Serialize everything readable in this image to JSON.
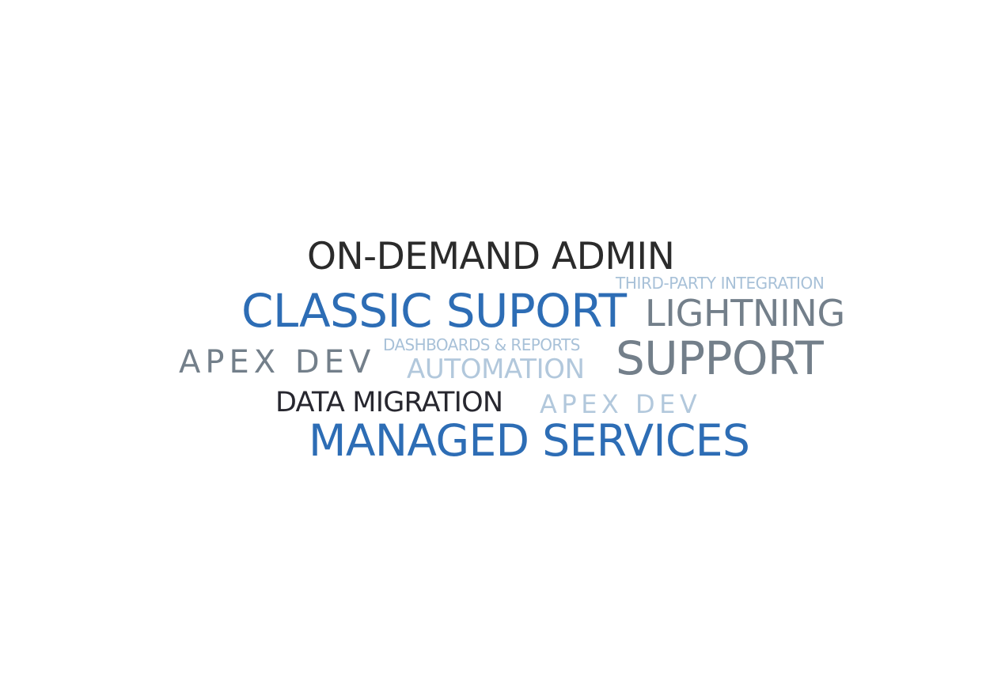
{
  "colors": {
    "dark": "#2b2b2b",
    "blue": "#2d6db5",
    "gray": "#737f8a",
    "light_blue": "#a8c1d8",
    "light_blue_2": "#b2c8dc",
    "near_black": "#27272f"
  },
  "words": [
    {
      "text": "ON-DEMAND ADMIN",
      "color": "#2b2b2b"
    },
    {
      "text": "THIRD-PARTY INTEGRATION",
      "color": "#a8c1d8"
    },
    {
      "text": "CLASSIC SUPORT",
      "color": "#2d6db5"
    },
    {
      "text": "LIGHTNING",
      "color": "#737f8a"
    },
    {
      "text": "DASHBOARDS & REPORTS",
      "color": "#a8c1d8"
    },
    {
      "text": "APEX DEV",
      "color": "#737f8a"
    },
    {
      "text": "AUTOMATION",
      "color": "#b2c8dc"
    },
    {
      "text": "SUPPORT",
      "color": "#737f8a"
    },
    {
      "text": "DATA MIGRATION",
      "color": "#27272f"
    },
    {
      "text": "APEX DEV",
      "color": "#b2c8dc"
    },
    {
      "text": "MANAGED SERVICES",
      "color": "#2d6db5"
    }
  ]
}
